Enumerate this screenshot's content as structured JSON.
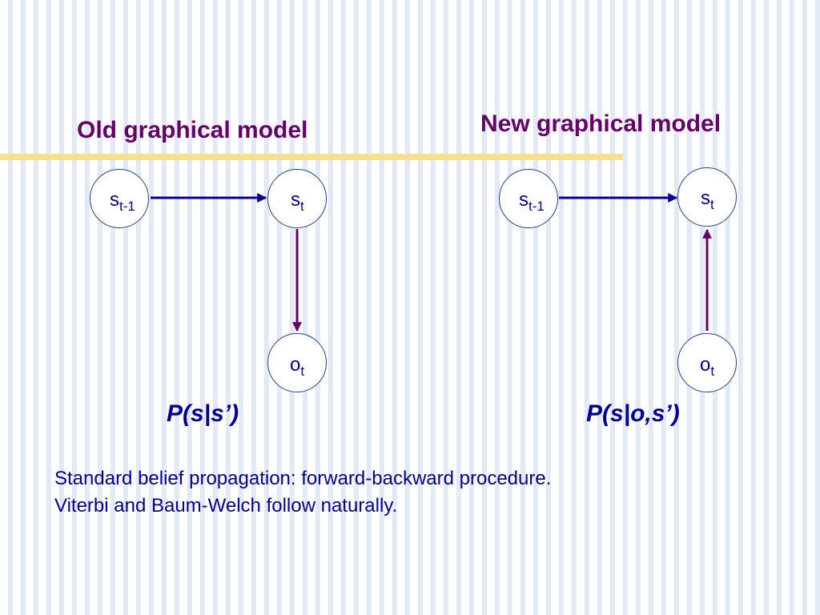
{
  "colors": {
    "heading": "#660066",
    "text": "#000099",
    "transition_arrow": "#000099",
    "observation_arrow": "#660066",
    "node_border": "#1f3f98",
    "rule": "#f8df8c",
    "stripe": "#e4e9f6"
  },
  "old_model": {
    "title": "Old graphical model",
    "nodes": {
      "prev_state": {
        "base": "s",
        "sub": "t-1"
      },
      "state": {
        "base": "s",
        "sub": "t"
      },
      "observation": {
        "base": "o",
        "sub": "t"
      }
    },
    "edges": [
      {
        "from": "s_t-1",
        "to": "s_t"
      },
      {
        "from": "s_t",
        "to": "o_t"
      }
    ],
    "formula": "P(s|s’)"
  },
  "new_model": {
    "title": "New graphical model",
    "nodes": {
      "prev_state": {
        "base": "s",
        "sub": "t-1"
      },
      "state": {
        "base": "s",
        "sub": "t"
      },
      "observation": {
        "base": "o",
        "sub": "t"
      }
    },
    "edges": [
      {
        "from": "s_t-1",
        "to": "s_t"
      },
      {
        "from": "o_t",
        "to": "s_t"
      }
    ],
    "formula": "P(s|o,s’)"
  },
  "notes": [
    "Standard belief propagation: forward-backward procedure.",
    "Viterbi and Baum-Welch follow naturally."
  ]
}
